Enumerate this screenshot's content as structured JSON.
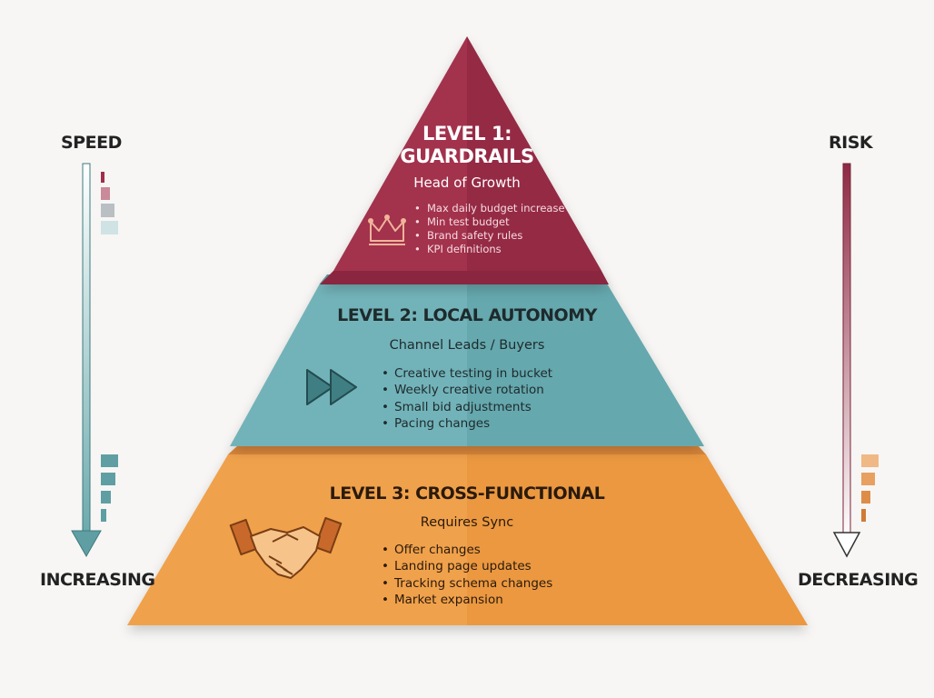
{
  "left_axis": {
    "top_label": "SPEED",
    "bottom_label": "INCREASING"
  },
  "right_axis": {
    "top_label": "RISK",
    "bottom_label": "DECREASING"
  },
  "levels": [
    {
      "title_line1": "LEVEL 1:",
      "title_line2": "GUARDRAILS",
      "owner": "Head of Growth",
      "icon": "crown-icon",
      "color": "#9e3049",
      "items": [
        "Max daily budget increase",
        "Min test budget",
        "Brand safety rules",
        "KPI definitions"
      ]
    },
    {
      "title": "LEVEL 2: LOCAL AUTONOMY",
      "owner": "Channel Leads / Buyers",
      "icon": "fast-forward-icon",
      "color": "#6fb1b7",
      "items": [
        "Creative testing in bucket",
        "Weekly creative rotation",
        "Small bid adjustments",
        "Pacing changes"
      ]
    },
    {
      "title": "LEVEL 3: CROSS-FUNCTIONAL",
      "owner": "Requires Sync",
      "icon": "handshake-icon",
      "color": "#f0a14c",
      "items": [
        "Offer changes",
        "Landing page updates",
        "Tracking schema changes",
        "Market expansion"
      ]
    }
  ]
}
